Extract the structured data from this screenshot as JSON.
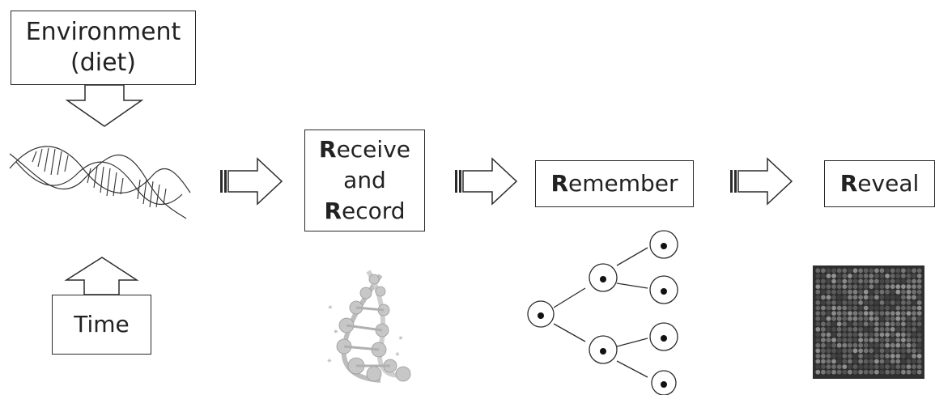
{
  "title": "",
  "inputs": {
    "environment": {
      "line1": "Environment",
      "line2": "(diet)"
    },
    "time": {
      "label": "Time"
    }
  },
  "stages": [
    {
      "first_letter": "R",
      "rest_line1": "eceive",
      "line2": "and",
      "first_letter_line3": "R",
      "rest_line3": "ecord"
    },
    {
      "first_letter": "R",
      "rest": "emember"
    },
    {
      "first_letter": "R",
      "rest": "eveal"
    }
  ],
  "colors": {
    "stroke": "#2b2b2b",
    "text": "#222222",
    "heatmap_dark": "#3a3a3a",
    "heatmap_light": "#8a8a8a"
  },
  "icons": {
    "dna": "dna-helix-icon",
    "molecule": "dna-molecule-3d-icon",
    "tree": "cell-lineage-tree-icon",
    "array": "microarray-heatmap-icon"
  }
}
